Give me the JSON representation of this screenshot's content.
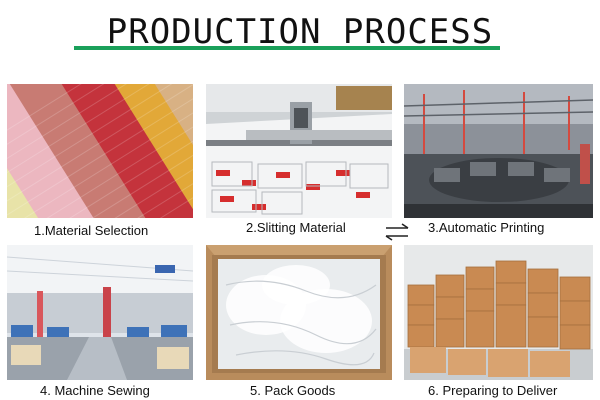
{
  "title": "PRODUCTION PROCESS",
  "steps": [
    {
      "label": "1.Material Selection",
      "icon": "fabric-rolls-photo"
    },
    {
      "label": "2.Slitting Material",
      "icon": "cutting-machine-photo"
    },
    {
      "label": "3.Automatic Printing",
      "icon": "printing-factory-photo"
    },
    {
      "label": "4. Machine Sewing",
      "icon": "sewing-workshop-photo"
    },
    {
      "label": "5. Pack Goods",
      "icon": "packed-box-photo"
    },
    {
      "label": "6. Preparing to Deliver",
      "icon": "carton-stack-photo"
    }
  ],
  "colors": {
    "accent": "#1aa05a"
  }
}
